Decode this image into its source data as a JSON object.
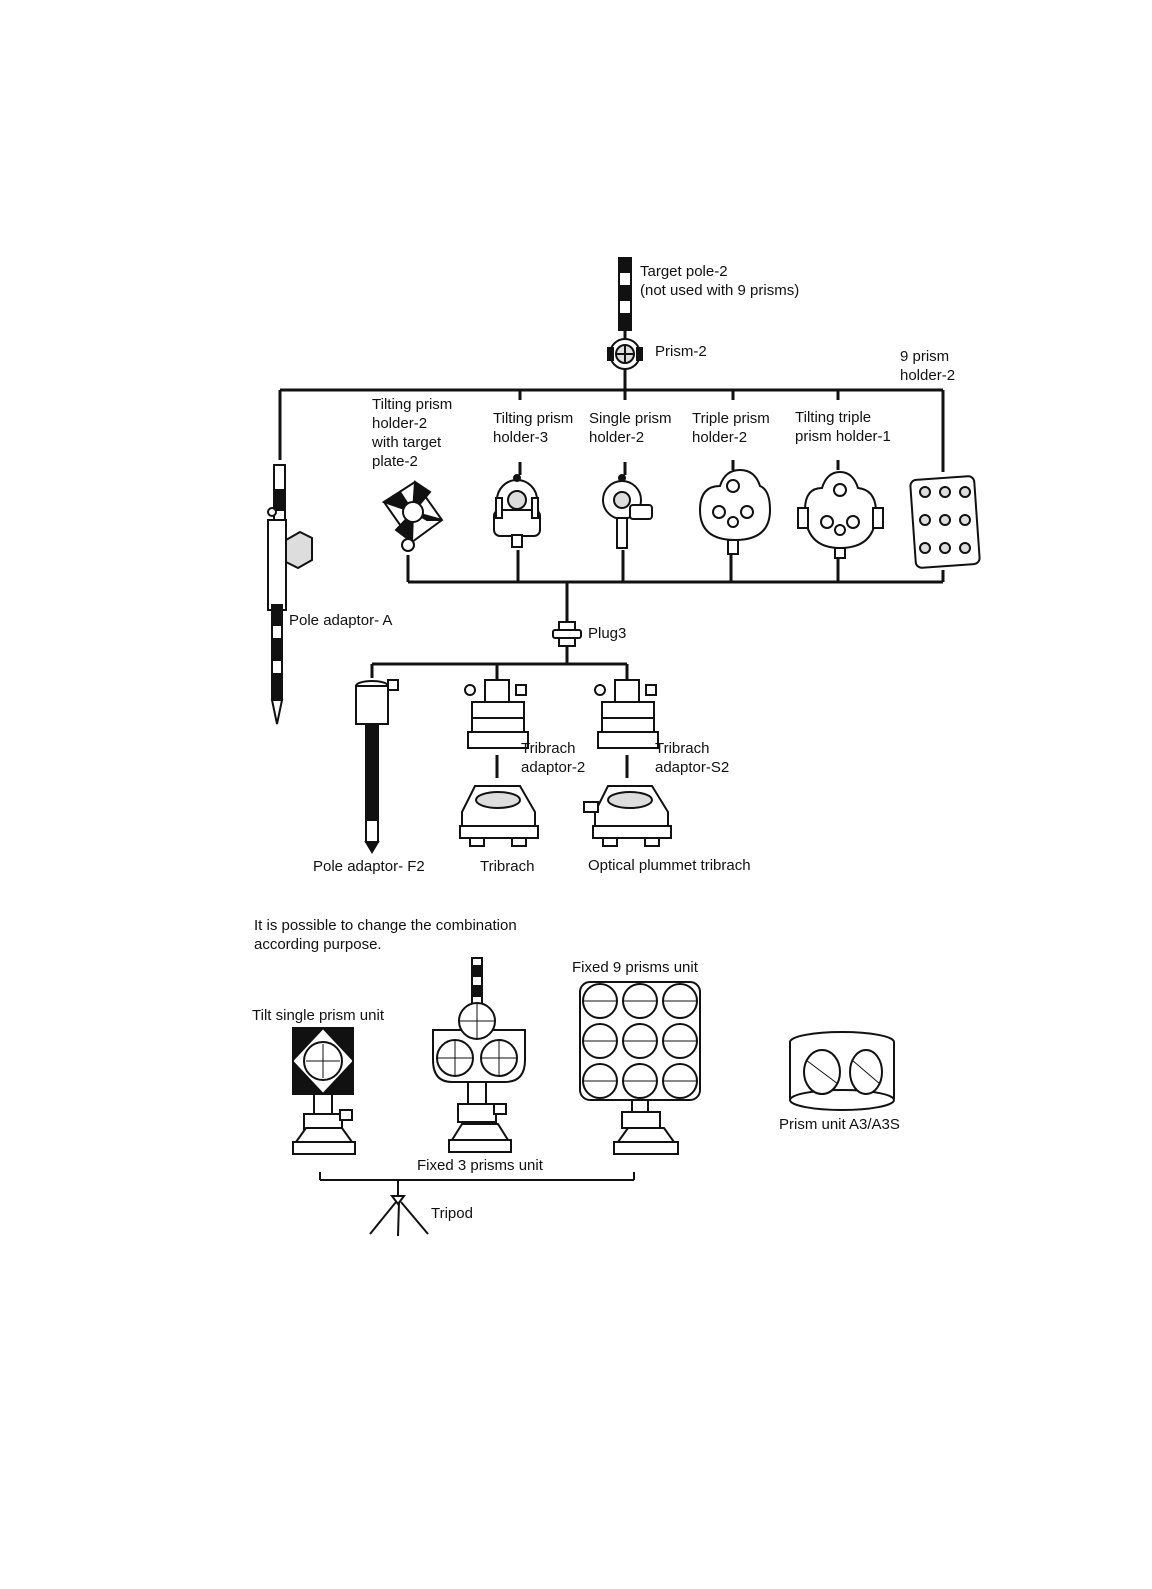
{
  "labels": {
    "target_pole": "Target pole-2\n(not used with 9 prisms)",
    "prism2": "Prism-2",
    "nine_holder": "9 prism\nholder-2",
    "tilting_holder2": "Tilting prism\nholder-2\nwith target\nplate-2",
    "tilting_holder3": "Tilting prism\nholder-3",
    "single_holder2": "Single prism\nholder-2",
    "triple_holder2": "Triple prism\nholder-2",
    "tilting_triple": "Tilting triple\nprism holder-1",
    "pole_adaptor_a": "Pole adaptor- A",
    "plug3": "Plug3",
    "tribrach_adaptor2": "Tribrach\nadaptor-2",
    "tribrach_adaptor_s2": "Tribrach\nadaptor-S2",
    "pole_adaptor_f2": "Pole adaptor- F2",
    "tribrach": "Tribrach",
    "optical_tribrach": "Optical plummet tribrach",
    "note": "It is possible to change the combination\naccording purpose.",
    "fixed9": "Fixed 9 prisms unit",
    "tilt_single": "Tilt single prism unit",
    "fixed3": "Fixed 3 prisms unit",
    "a3": "Prism unit A3/A3S",
    "tripod": "Tripod"
  },
  "colors": {
    "line": "#111111",
    "fill": "#ffffff",
    "shade": "#dddddd"
  }
}
